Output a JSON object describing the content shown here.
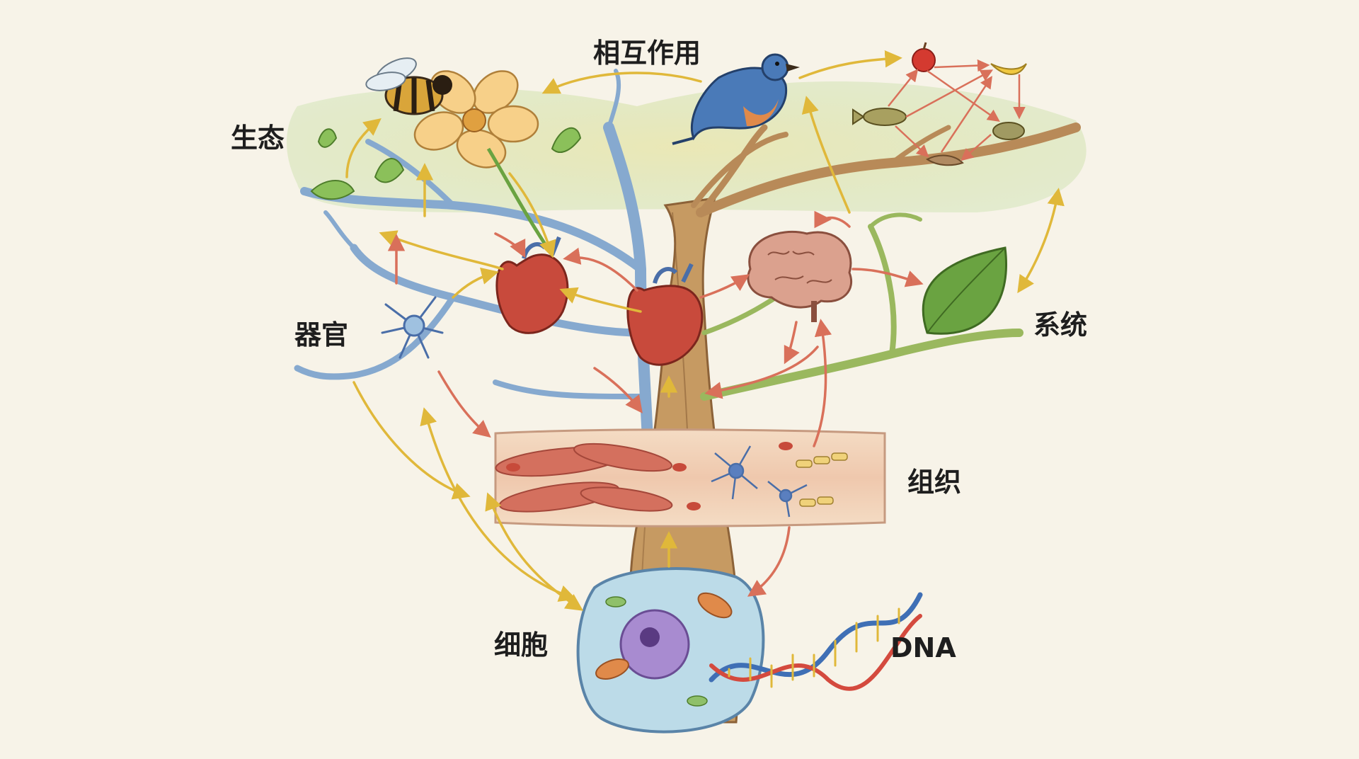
{
  "labels": {
    "ecology": "生态",
    "interaction": "相互作用",
    "organ": "器官",
    "system": "系统",
    "tissue": "组织",
    "cell": "细胞",
    "dna": "DNA"
  },
  "colors": {
    "background": "#f7f3e8",
    "trunk_brown": "#b88a58",
    "vein_blue": "#86a9cf",
    "stem_green": "#8fb05a",
    "arrow_yellow": "#e0b83a",
    "arrow_red": "#d9705a",
    "heart_red": "#c84a3c",
    "brain_pink": "#dba18e",
    "leaf_green": "#6aa341",
    "tissue_band": "#f0cfb4",
    "cell_blue": "#a9cde0",
    "nucleus_purple": "#9b7dc4",
    "dna_blue": "#3f6fb5",
    "dna_red": "#d44a3e"
  },
  "icons": [
    "bee-icon",
    "flower-icon",
    "bird-icon",
    "apple-icon",
    "banana-icon",
    "fish-icon",
    "frog-icon",
    "lizard-icon",
    "neuron-icon",
    "heart-icon",
    "brain-icon",
    "leaf-icon",
    "muscle-fiber-icon",
    "cell-icon",
    "dna-helix-icon"
  ]
}
